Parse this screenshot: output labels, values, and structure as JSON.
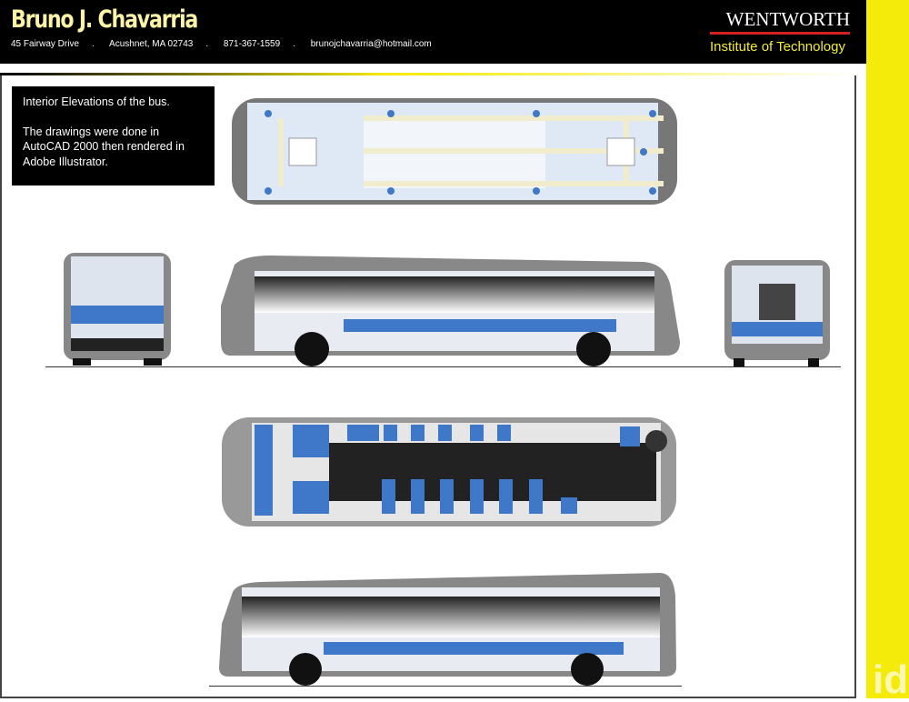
{
  "header": {
    "name": "Bruno J. Chavarria",
    "address": "45 Fairway Drive",
    "city": "Acushnet, MA 02743",
    "phone": "871-367-1559",
    "email": "brunojchavarria@hotmail.com",
    "separator": "."
  },
  "school": {
    "name": "WENTWORTH",
    "subtitle": "Institute of Technology"
  },
  "note": {
    "line1": "Interior Elevations of the bus.",
    "line2": "The drawings were done in AutoCAD 2000 then rendered in Adobe Illustrator."
  },
  "logo": "id",
  "colors": {
    "header_bg": "#000000",
    "name": "#fdf4a8",
    "accent_yellow": "#f4eb0a",
    "wentworth_red": "#d42020",
    "seat_blue": "#3f78c8",
    "body_gray": "#8a8a8a"
  },
  "drawings": [
    "roof-plan",
    "front-elevation",
    "side-elevation-right",
    "rear-elevation",
    "floor-plan",
    "side-elevation-left"
  ]
}
